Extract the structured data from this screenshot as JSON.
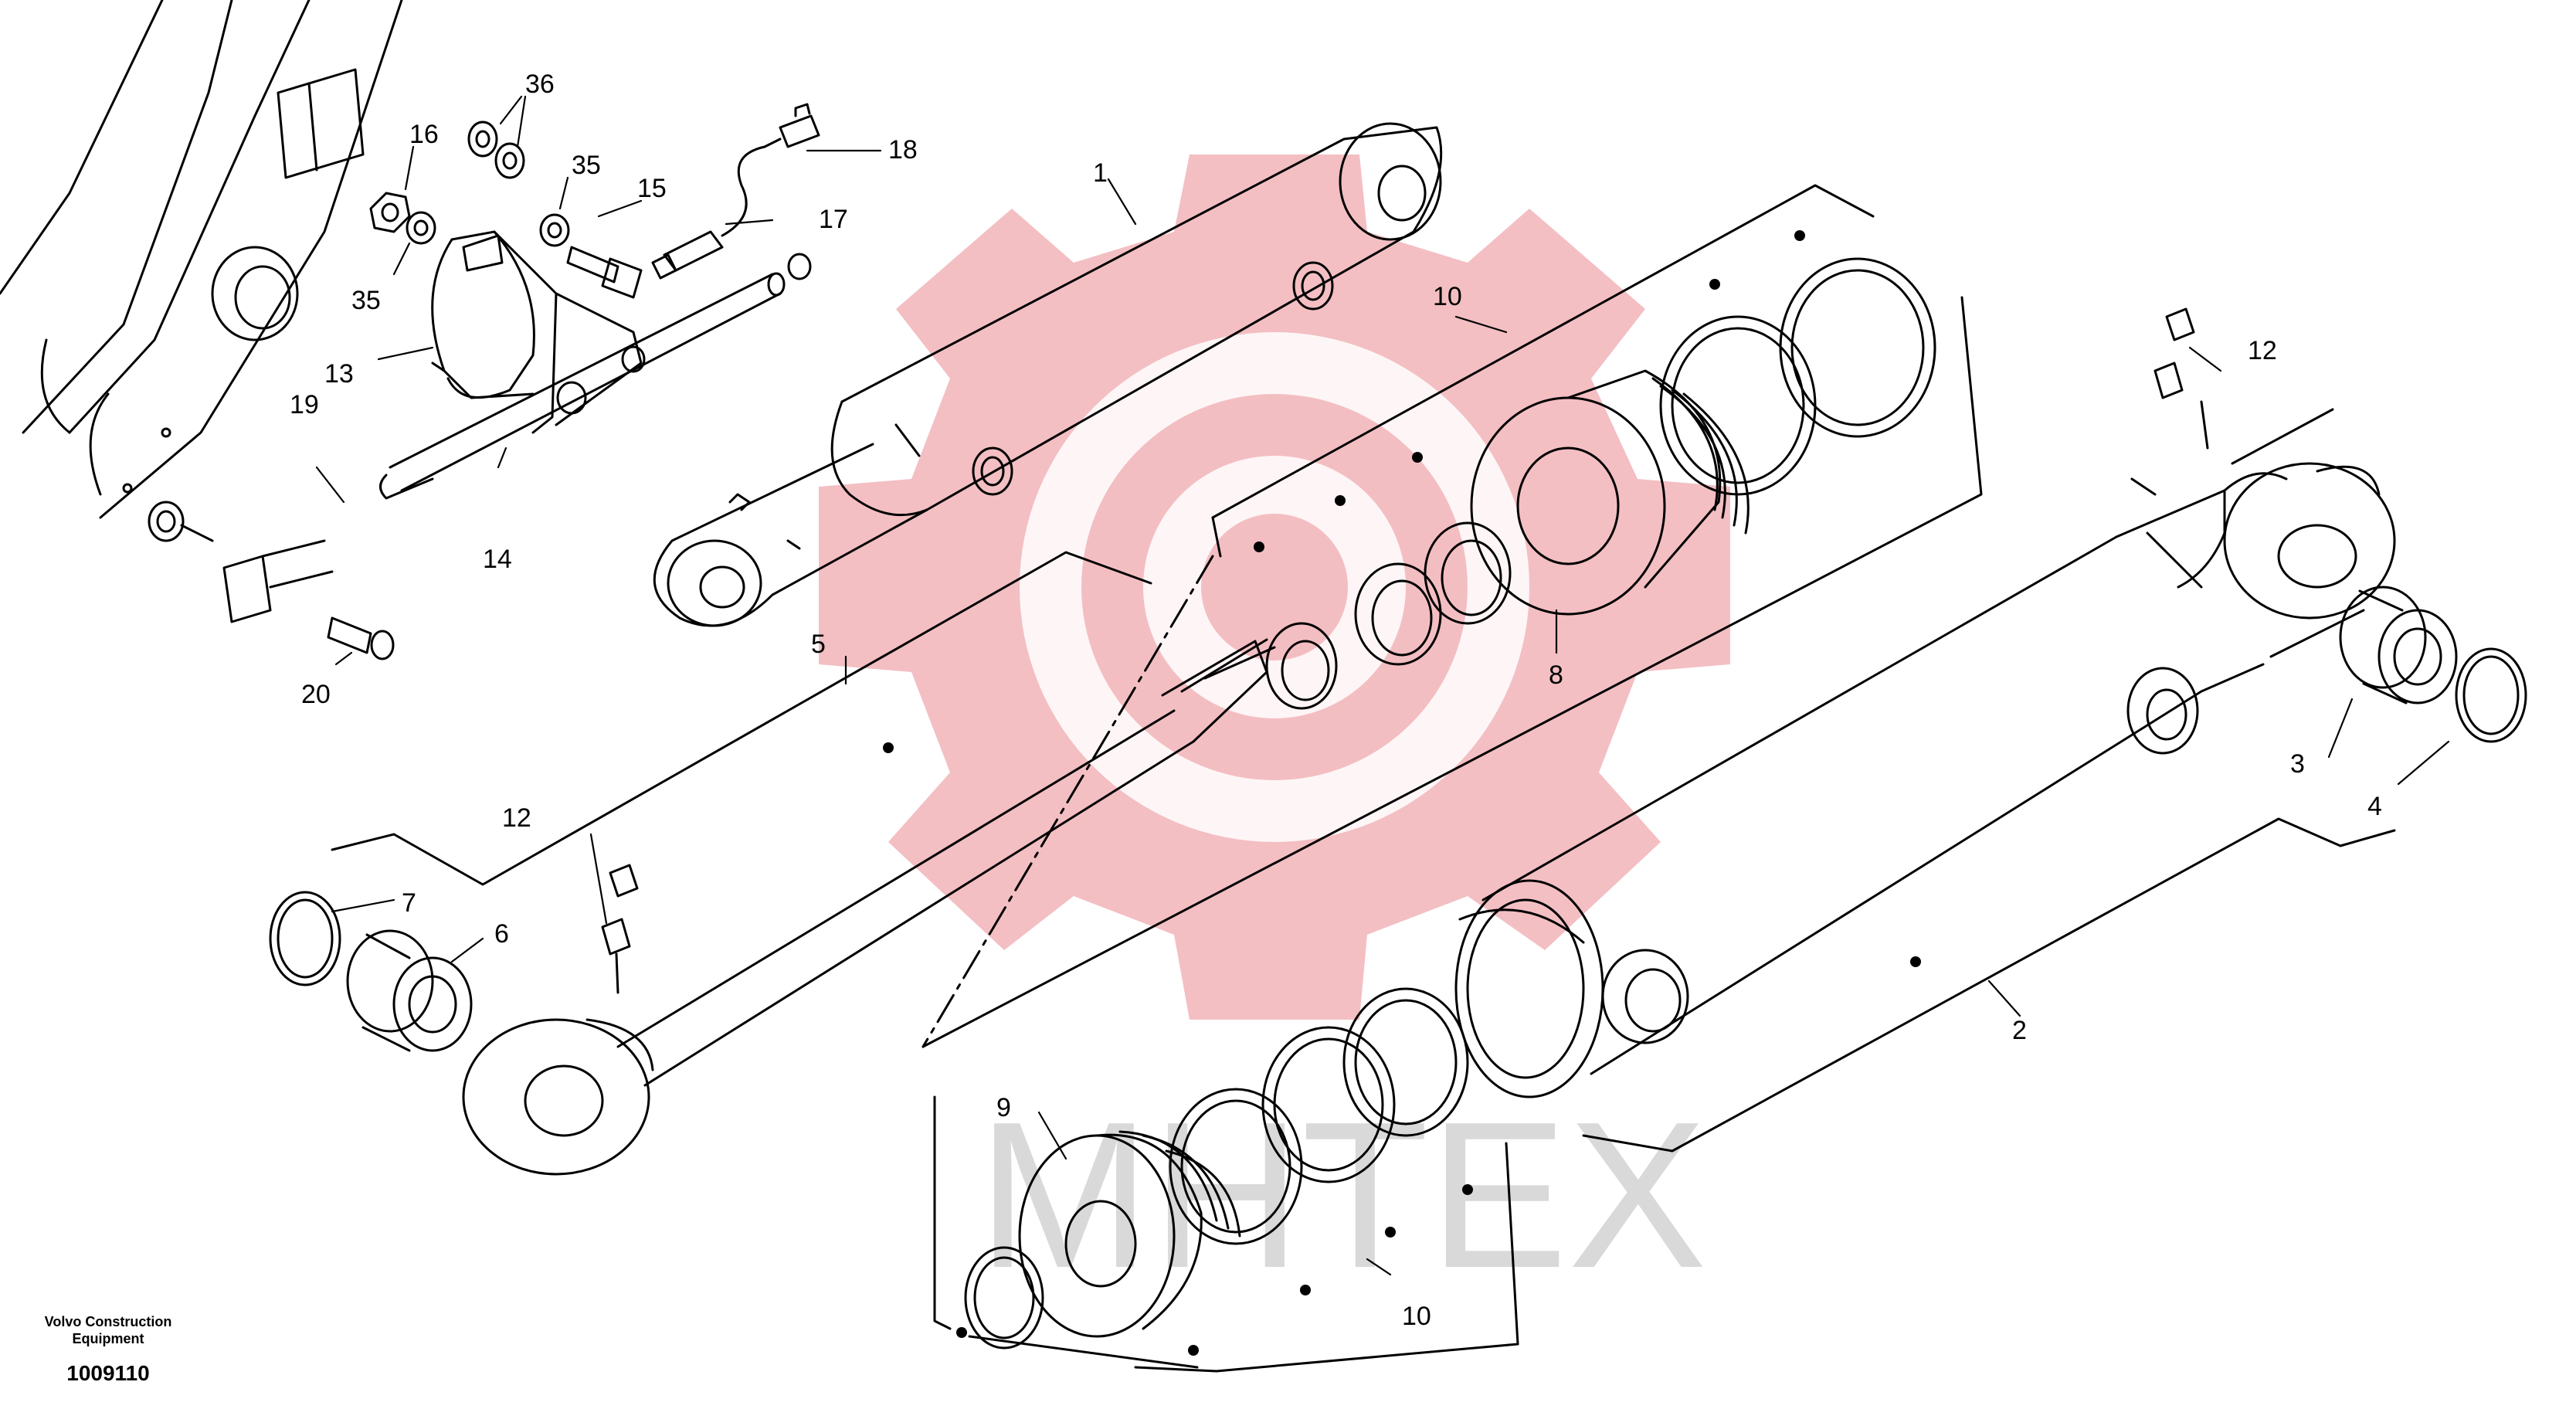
{
  "watermark": {
    "text": "MHTEX",
    "gear_color": "#f2b8bc",
    "text_color": "#d0d0d0"
  },
  "footer": {
    "brand_line1": "Volvo Construction",
    "brand_line2": "Equipment",
    "drawing_code": "1009110"
  },
  "callouts": [
    {
      "id": "36",
      "text": "36"
    },
    {
      "id": "16",
      "text": "16"
    },
    {
      "id": "35a",
      "text": "35"
    },
    {
      "id": "15",
      "text": "15"
    },
    {
      "id": "18",
      "text": "18"
    },
    {
      "id": "17",
      "text": "17"
    },
    {
      "id": "35b",
      "text": "35"
    },
    {
      "id": "13",
      "text": "13"
    },
    {
      "id": "19",
      "text": "19"
    },
    {
      "id": "14",
      "text": "14"
    },
    {
      "id": "20",
      "text": "20"
    },
    {
      "id": "1",
      "text": "1"
    },
    {
      "id": "10a",
      "text": "10"
    },
    {
      "id": "12a",
      "text": "12"
    },
    {
      "id": "5",
      "text": "5"
    },
    {
      "id": "8",
      "text": "8"
    },
    {
      "id": "3",
      "text": "3"
    },
    {
      "id": "4",
      "text": "4"
    },
    {
      "id": "12b",
      "text": "12"
    },
    {
      "id": "7",
      "text": "7"
    },
    {
      "id": "6",
      "text": "6"
    },
    {
      "id": "2",
      "text": "2"
    },
    {
      "id": "9",
      "text": "9"
    },
    {
      "id": "10b",
      "text": "10"
    }
  ]
}
